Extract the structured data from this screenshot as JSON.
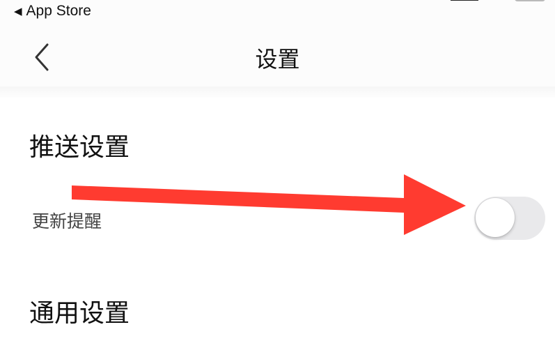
{
  "status_bar": {
    "back_app_icon": "left-triangle-icon",
    "back_app_label": "App Store"
  },
  "nav_bar": {
    "back_icon": "chevron-left-icon",
    "title": "设置"
  },
  "sections": [
    {
      "title": "推送设置",
      "rows": [
        {
          "label": "更新提醒",
          "control": "toggle",
          "value": false
        }
      ]
    },
    {
      "title": "通用设置",
      "rows": []
    }
  ],
  "annotation": {
    "type": "arrow",
    "color": "#ff3b30",
    "points_to": "update-reminder-toggle"
  },
  "colors": {
    "toggle_off": "#e9e9eb",
    "arrow": "#ff3b30"
  }
}
